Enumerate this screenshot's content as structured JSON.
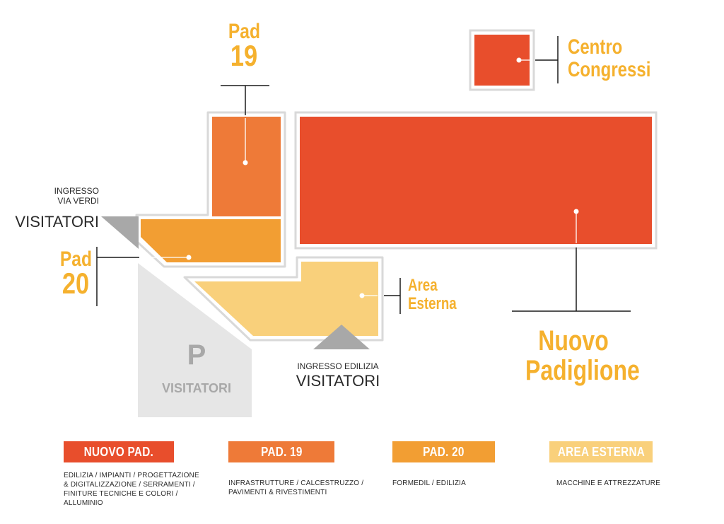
{
  "colors": {
    "nuovo_padiglione": "#E84E2C",
    "centro_congressi": "#E84E2C",
    "pad19": "#EE7A38",
    "pad20": "#F29E33",
    "area_esterna": "#F9D07B",
    "parking": "#E6E6E6",
    "entrance_marker": "#A8A8A8",
    "outline": "#D9D9D9",
    "label_accent": "#F5B12E"
  },
  "map": {
    "pad19_label": {
      "line1": "Pad",
      "line2": "19"
    },
    "pad20_label": {
      "line1": "Pad",
      "line2": "20"
    },
    "centro_congressi_label": {
      "line1": "Centro",
      "line2": "Congressi"
    },
    "area_esterna_label": {
      "line1": "Area",
      "line2": "Esterna"
    },
    "nuovo_padiglione_label": {
      "line1": "Nuovo",
      "line2": "Padiglione"
    },
    "ingresso_via_verdi": {
      "line1": "INGRESSO",
      "line2": "VIA VERDI",
      "line3": "VISITATORI"
    },
    "ingresso_edilizia": {
      "line1": "INGRESSO EDILIZIA",
      "line2": "VISITATORI"
    },
    "parking": {
      "symbol": "P",
      "label": "VISITATORI"
    }
  },
  "legend": [
    {
      "tag": "NUOVO PAD.",
      "color": "#E84E2C",
      "desc": [
        "EDILIZIA / IMPIANTI / PROGETTAZIONE",
        "& DIGITALIZZAZIONE / SERRAMENTI /",
        "FINITURE TECNICHE E COLORI /",
        "ALLUMINIO"
      ]
    },
    {
      "tag": "PAD. 19",
      "color": "#EE7A38",
      "desc": [
        "INFRASTRUTTURE / CALCESTRUZZO /",
        "PAVIMENTI & RIVESTIMENTI"
      ]
    },
    {
      "tag": "PAD. 20",
      "color": "#F29E33",
      "desc": [
        "FORMEDIL / EDILIZIA"
      ]
    },
    {
      "tag": "AREA ESTERNA",
      "color": "#F9D07B",
      "desc": [
        "MACCHINE E ATTREZZATURE"
      ]
    }
  ]
}
